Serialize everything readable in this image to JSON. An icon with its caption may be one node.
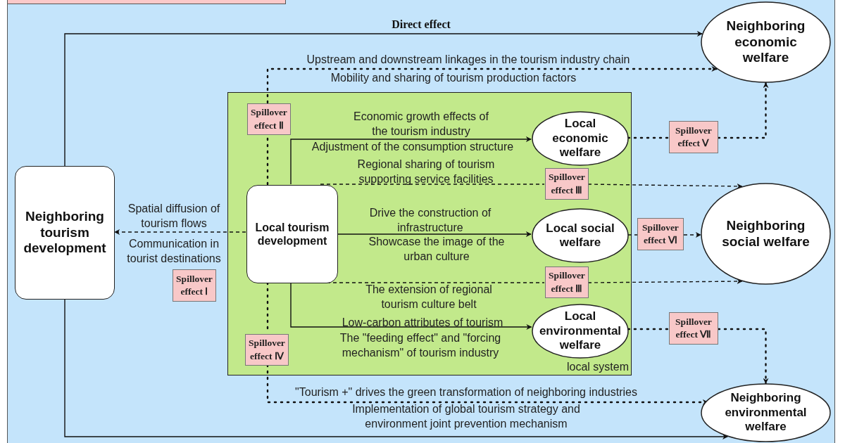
{
  "diagram": {
    "nodes": [
      {
        "text": [
          "Neighboring tourism development"
        ]
      },
      {
        "text": [
          "local system"
        ]
      },
      {
        "text": [
          "Local tourism development"
        ],
        "in": 1
      },
      {
        "text": [
          "Local economic welfare"
        ],
        "in": 1
      },
      {
        "text": [
          "Local social welfare"
        ],
        "in": 1
      },
      {
        "text": [
          "Local environmental welfare"
        ],
        "in": 1
      },
      {
        "text": [
          "Spillover effect Ⅱ"
        ],
        "in": 1
      },
      {
        "text": [
          "Spillover effect Ⅲ"
        ],
        "in": 1
      },
      {
        "text": [
          "Spillover effect Ⅲ"
        ],
        "in": 1
      },
      {
        "text": [
          "Spillover effect Ⅳ"
        ],
        "in": 1
      },
      {
        "text": [
          "Neighboring economic welfare"
        ]
      },
      {
        "text": [
          "Spillover effect Ⅴ"
        ]
      },
      {
        "text": [
          "Neighboring social welfare"
        ]
      },
      {
        "text": [
          "Spillover effect Ⅵ"
        ]
      },
      {
        "text": [
          "Spillover effect Ⅶ"
        ]
      },
      {
        "text": [
          "Neighboring environmental welfare"
        ]
      },
      {
        "text": [
          "Spillover effect Ⅰ"
        ]
      }
    ],
    "edges": [
      {
        "from": 0,
        "to": 10,
        "arrow": "to",
        "label": "Direct effect"
      },
      {
        "from": 0,
        "to": 15,
        "arrow": "to"
      },
      {
        "from": 2,
        "to": 0,
        "arrow": "to",
        "style": "dashed"
      },
      {
        "from": 2,
        "to": 3,
        "arrow": "to"
      },
      {
        "from": 2,
        "to": 4,
        "arrow": "to"
      },
      {
        "from": 2,
        "to": 5,
        "arrow": "to"
      },
      {
        "from": 2,
        "to": 6,
        "arrow": "none",
        "style": "dashed"
      },
      {
        "from": 6,
        "to": 10,
        "arrow": "to",
        "style": "dashed"
      },
      {
        "from": 2,
        "to": 7,
        "arrow": "none",
        "style": "dashed"
      },
      {
        "from": 7,
        "to": 12,
        "arrow": "to",
        "style": "dashed"
      },
      {
        "from": 2,
        "to": 8,
        "arrow": "none",
        "style": "dashed"
      },
      {
        "from": 8,
        "to": 12,
        "arrow": "to",
        "style": "dashed"
      },
      {
        "from": 2,
        "to": 9,
        "arrow": "none",
        "style": "dashed"
      },
      {
        "from": 9,
        "to": 15,
        "arrow": "to",
        "style": "dashed"
      },
      {
        "from": 3,
        "to": 11,
        "arrow": "none",
        "style": "dashed"
      },
      {
        "from": 11,
        "to": 10,
        "arrow": "to",
        "style": "dashed"
      },
      {
        "from": 4,
        "to": 13,
        "arrow": "none",
        "style": "dashed"
      },
      {
        "from": 13,
        "to": 12,
        "arrow": "to",
        "style": "dashed"
      },
      {
        "from": 5,
        "to": 14,
        "arrow": "none",
        "style": "dashed"
      },
      {
        "from": 14,
        "to": 15,
        "arrow": "to",
        "style": "dashed"
      }
    ],
    "labels": [
      "Upstream and downstream linkages in the tourism industry chain",
      "Mobility and sharing of tourism production factors",
      "Economic growth effects of the tourism industry",
      "Adjustment of the consumption structure",
      "Regional sharing of tourism supporting service facilities",
      "Spatial diffusion of tourism flows",
      "Drive the construction of infrastructure",
      "Communication in tourist destinations",
      "Showcase the image of the urban culture",
      "The extension of regional tourism culture belt",
      "Low-carbon attributes of tourism",
      "The \"feeding effect\" and \"forcing mechanism\" of tourism industry",
      "\"Tourism +\" drives the green transformation of neighboring industries",
      "Implementation of global tourism strategy and environment joint prevention mechanism"
    ]
  }
}
